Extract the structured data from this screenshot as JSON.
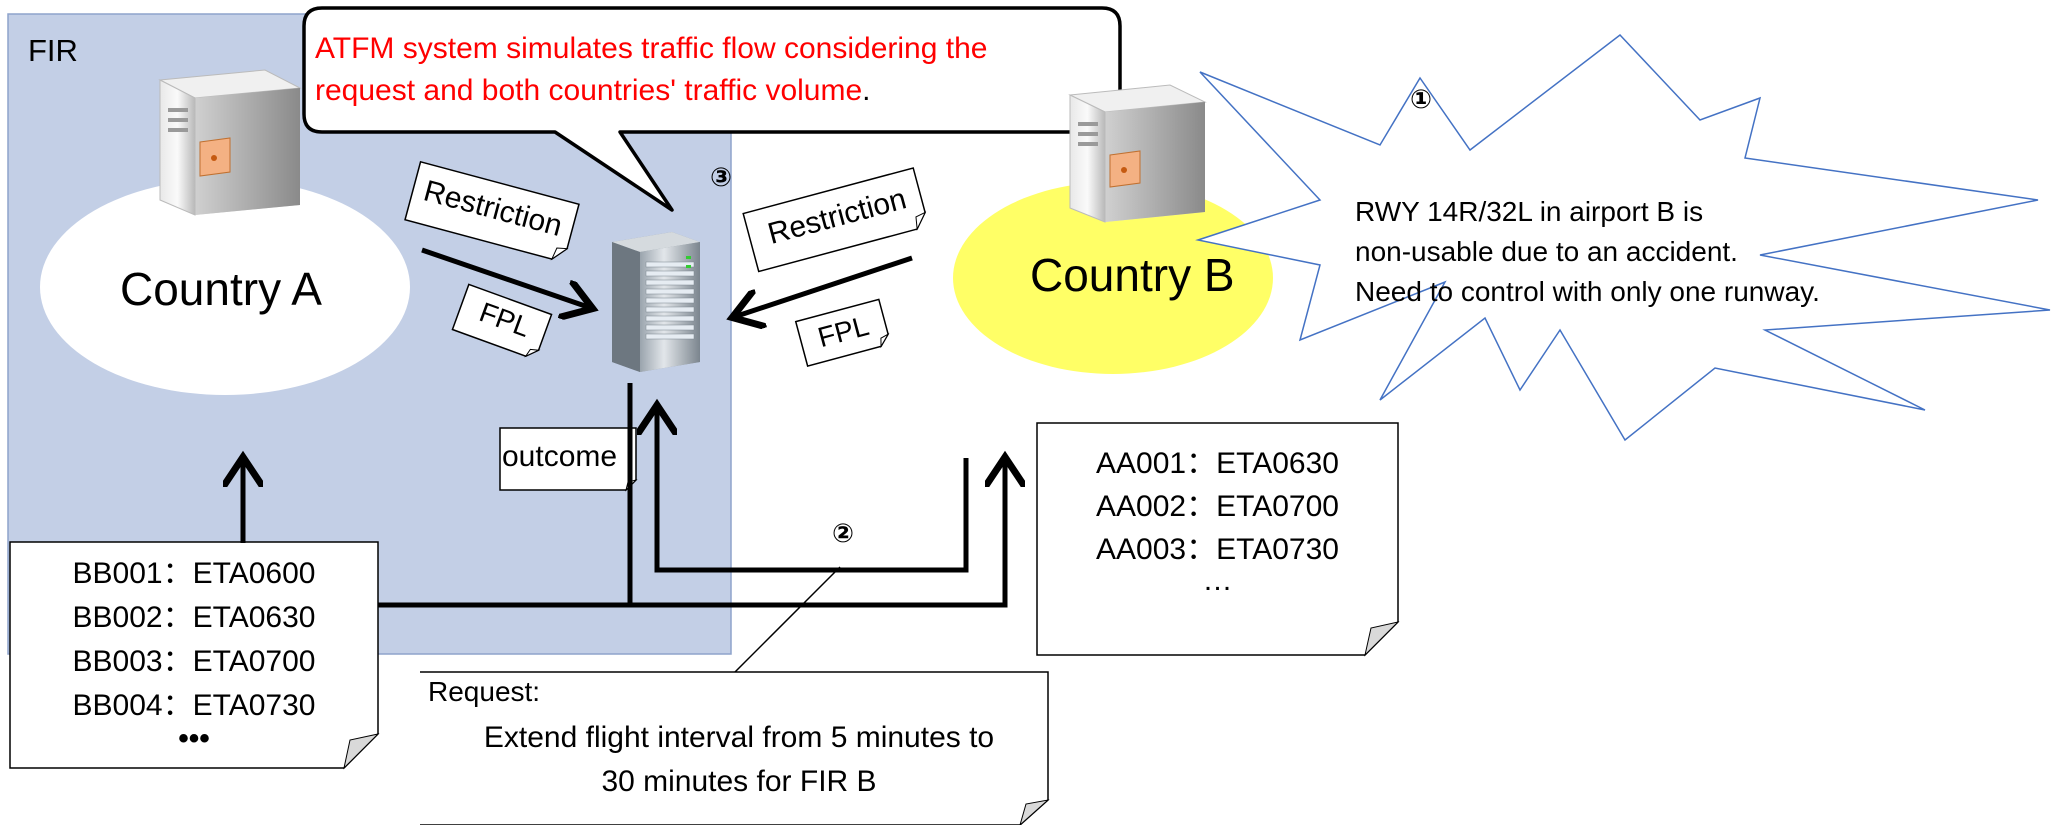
{
  "fir_label": "FIR",
  "callout": {
    "text_line1": "ATFM system simulates traffic flow considering the",
    "text_line2": "request and both countries'  traffic volume",
    "text_end": ".",
    "color": "#ff0000"
  },
  "country_a": {
    "name": "Country A"
  },
  "country_b": {
    "name": "Country B",
    "color": "#ffff66"
  },
  "notes": {
    "restriction_a": "Restriction",
    "fpl_a": "FPL",
    "restriction_b": "Restriction",
    "fpl_b": "FPL",
    "outcome": "outcome"
  },
  "steps": {
    "one": "①",
    "two": "②",
    "three": "③"
  },
  "burst": {
    "line1": "RWY 14R/32L in airport  B is",
    "line2": "non-usable due to an accident.",
    "line3": "Need to control  with only one runway.",
    "stroke_color": "#4472c4"
  },
  "list_b_flights": [
    "AA001：ETA0630",
    "AA002：ETA0700",
    "AA003：ETA0730",
    "…"
  ],
  "list_a_flights": [
    "BB001：ETA0600",
    "BB002：ETA0630",
    "BB003：ETA0700",
    "BB004：ETA0730",
    "•••"
  ],
  "request": {
    "title": "Request:",
    "line1": "Extend flight interval from 5 minutes to",
    "line2": "30 minutes for  FIR B"
  },
  "fir_color": "#c3cfe6"
}
